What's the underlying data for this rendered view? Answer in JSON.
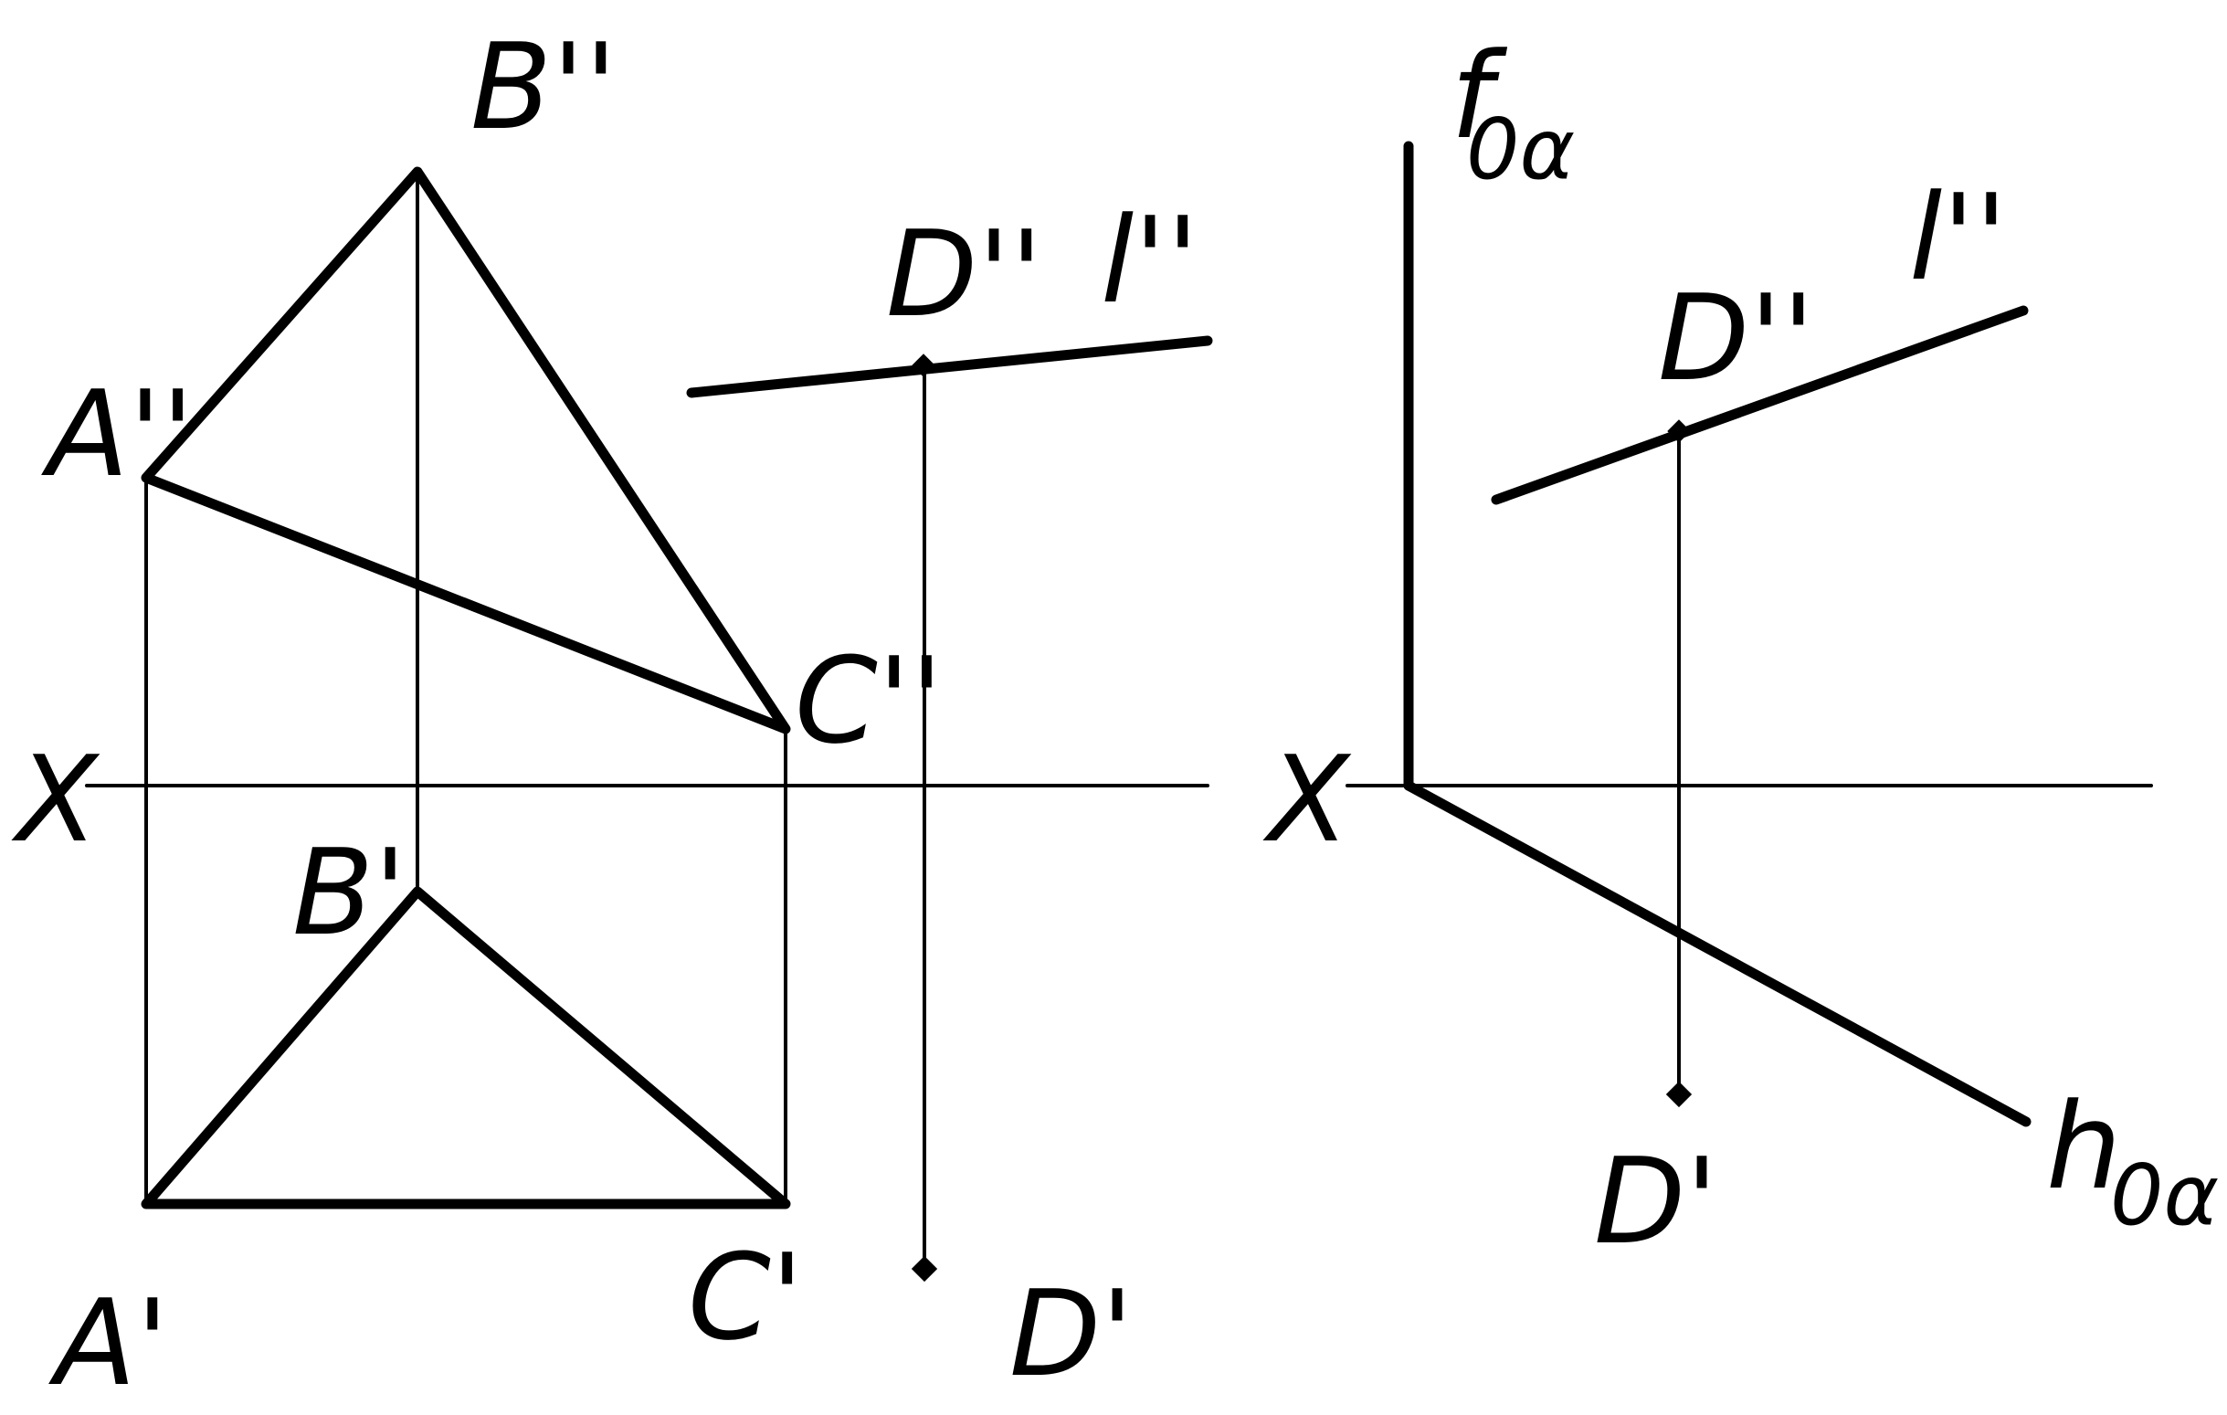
{
  "left_view": {
    "axis": "X",
    "labels": {
      "A2": "A''",
      "B2": "B''",
      "C2": "C''",
      "D2": "D''",
      "l2": "l''",
      "A1": "A'",
      "B1": "B'",
      "C1": "C'",
      "D1": "D'"
    }
  },
  "right_view": {
    "axis": "X",
    "f_main": "f",
    "f_sub": "0α",
    "h_main": "h",
    "h_sub": "0α",
    "labels": {
      "D2": "D''",
      "l2": "l''",
      "D1": "D'"
    }
  },
  "colors": {
    "ink": "#000000",
    "paper": "#ffffff"
  }
}
